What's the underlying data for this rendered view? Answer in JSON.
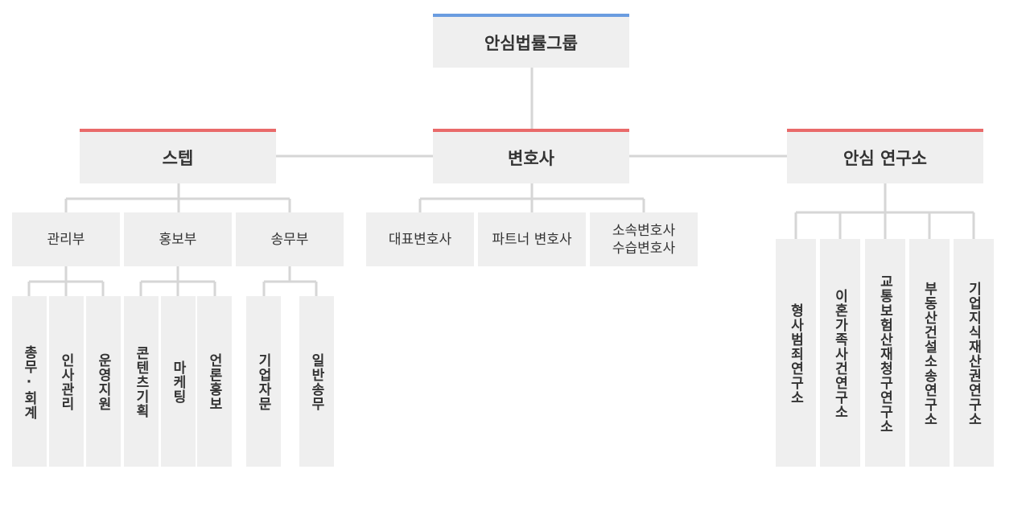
{
  "colors": {
    "root_accent": "#6a9ce0",
    "division_accent": "#e96a6a",
    "box_fill": "#efefef",
    "connector": "#d6d6d6",
    "text": "#333333"
  },
  "root": {
    "label": "안심법률그룹"
  },
  "divisions": [
    {
      "label": "스텝",
      "departments": [
        {
          "label": "관리부",
          "units": [
            "총무·회계",
            "인사관리",
            "운영지원"
          ]
        },
        {
          "label": "홍보부",
          "units": [
            "콘텐츠기획",
            "마케팅",
            "언론홍보"
          ]
        },
        {
          "label": "송무부",
          "units": [
            "기업자문",
            "일반송무"
          ]
        }
      ]
    },
    {
      "label": "변호사",
      "departments": [
        {
          "label": "대표변호사"
        },
        {
          "label": "파트너 변호사"
        },
        {
          "label_lines": [
            "소속변호사",
            "수습변호사"
          ]
        }
      ]
    },
    {
      "label": "안심 연구소",
      "units": [
        "형사범죄연구소",
        "이혼가족사건연구소",
        "교통보험산재청구연구소",
        "부동산건설소송연구소",
        "기업지식재산권연구소"
      ]
    }
  ]
}
